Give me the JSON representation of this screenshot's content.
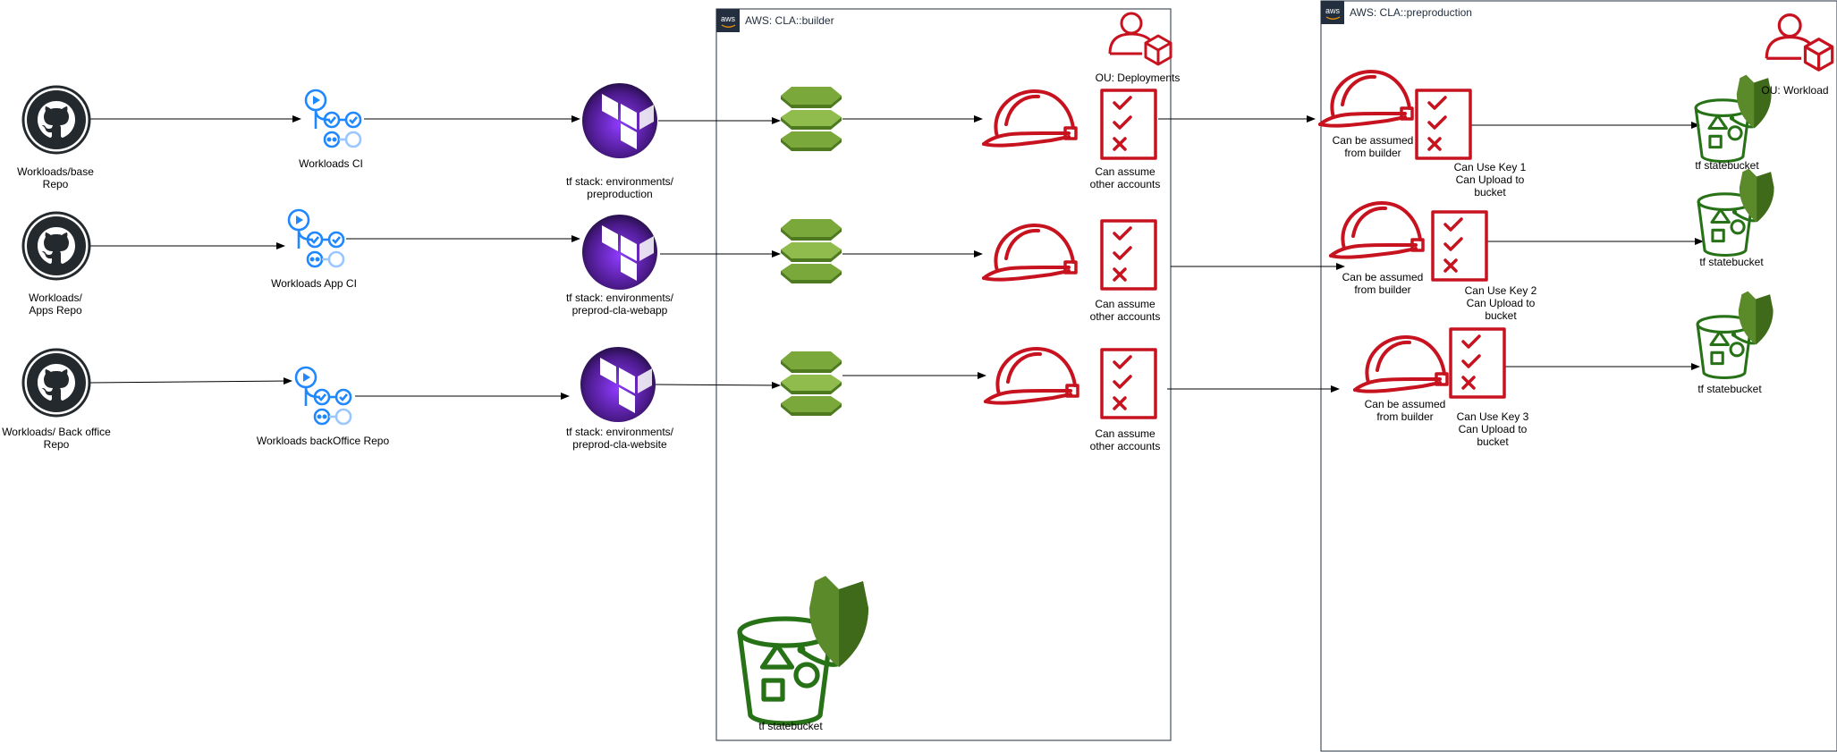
{
  "accounts": {
    "builder": {
      "title": "AWS: CLA::builder"
    },
    "preproduction": {
      "title": "AWS: CLA::preproduction"
    }
  },
  "ou": {
    "deployments": "OU: Deployments",
    "workload": "OU: Workload"
  },
  "repos": [
    "Workloads/base\nRepo",
    "Workloads/\nApps Repo",
    "Workloads/ Back office\nRepo"
  ],
  "pipelines": [
    "Workloads CI",
    "Workloads App CI",
    "Workloads backOffice Repo"
  ],
  "stacks": [
    "tf stack: environments/\npreproduction",
    "tf stack: environments/\npreprod-cla-webapp",
    "tf stack: environments/\npreprod-cla-website"
  ],
  "builder_policies": [
    "Can assume\nother accounts",
    "Can assume\nother accounts",
    "Can assume\nother accounts"
  ],
  "target_roles": [
    "Can be assumed\nfrom builder",
    "Can be assumed\nfrom builder",
    "Can be assumed\nfrom builder"
  ],
  "target_policies": [
    "Can Use Key 1\nCan Upload to\nbucket",
    "Can Use Key 2\nCan Upload to\nbucket",
    "Can Use Key 3\nCan Upload to\nbucket"
  ],
  "target_buckets": [
    "tf statebucket",
    "tf statebucket",
    "tf statebucket"
  ],
  "builder_bucket": "tf statebucket",
  "icons": {
    "repo": "github-icon",
    "pipeline": "github-actions-icon",
    "stack": "terraform-icon",
    "codebuild": "aws-codebuild-icon",
    "role": "iam-role-helmet-icon",
    "policy": "iam-policy-icon",
    "bucket": "s3-bucket-kms-icon",
    "ou": "organizational-unit-icon",
    "aws": "aws-logo-icon"
  },
  "colors": {
    "github": "#24292e",
    "actions": "#2088ff",
    "terraform": "#7b42bc",
    "codebuild": "#6b8e23",
    "iam": "#c7131f",
    "s3": "#277116",
    "kms": "#5a8a2a",
    "border": "#232f3e"
  }
}
